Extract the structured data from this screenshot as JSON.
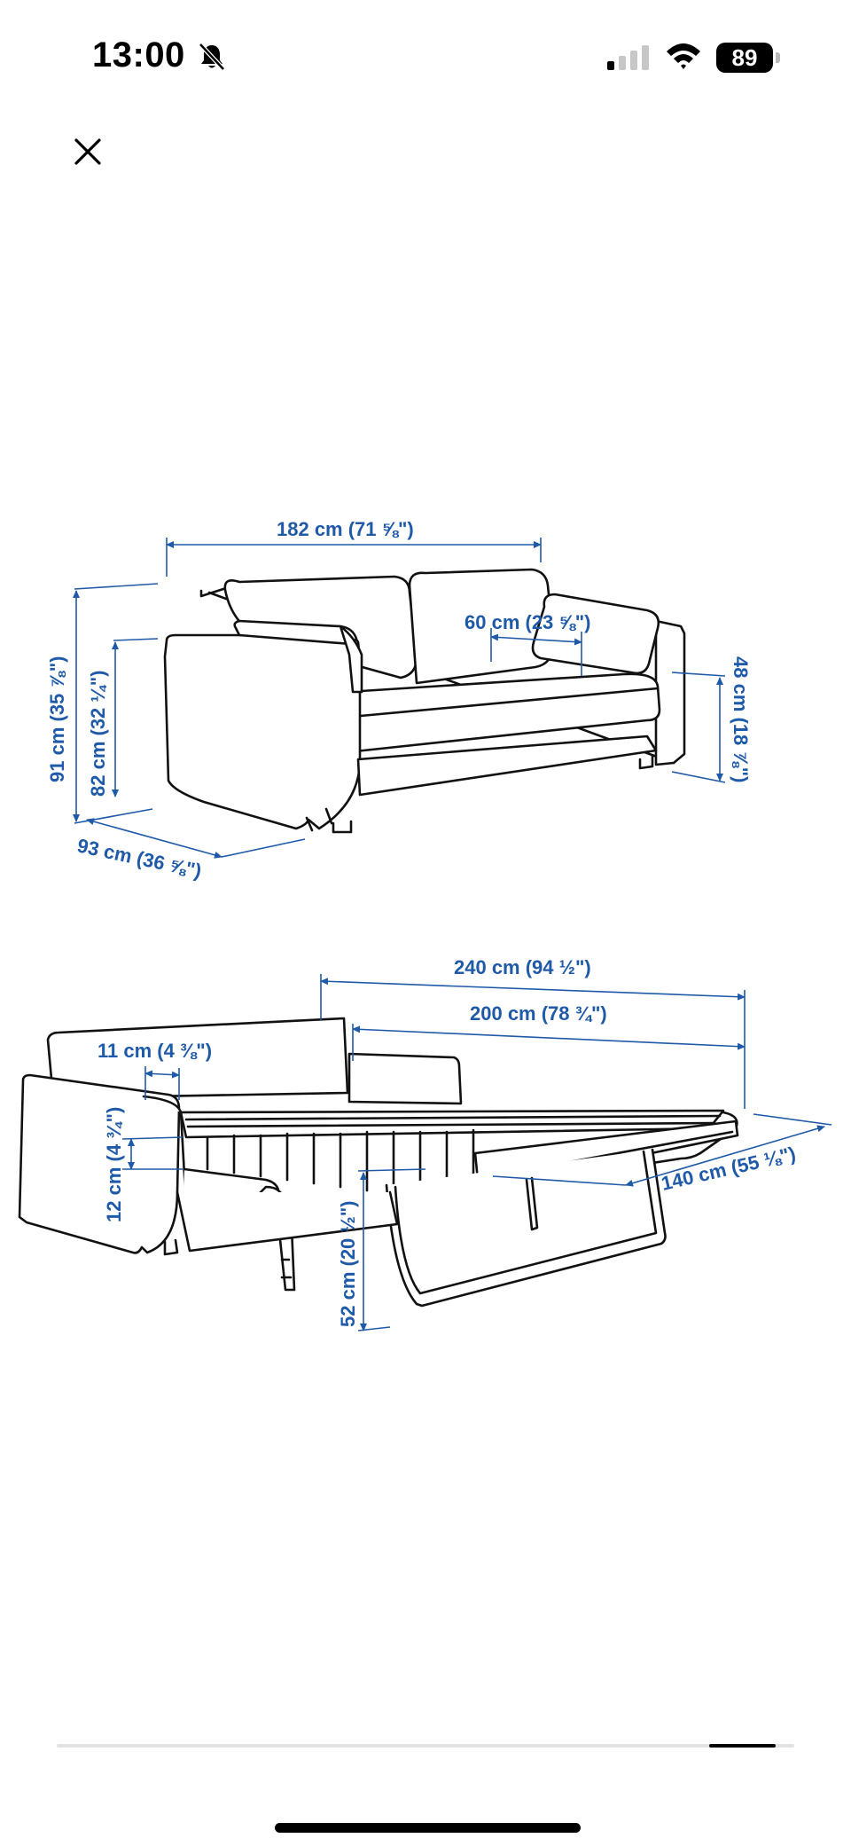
{
  "status_bar": {
    "time": "13:00",
    "battery_level": "89",
    "icons": [
      "bell-slash-icon",
      "cellular-signal-icon",
      "wifi-icon",
      "battery-icon"
    ]
  },
  "toolbar": {
    "close_icon": "close-icon"
  },
  "diagram": {
    "sofa_dimensions": {
      "total_width": "182 cm (71 ⅝\")",
      "cushion_width": "60 cm (23 ⅝\")",
      "total_height": "91 cm (35 ⅞\")",
      "back_height": "82 cm (32 ¼\")",
      "armrest_height": "48 cm (18 ⅞\")",
      "depth": "93 cm (36 ⅝\")"
    },
    "bed_dimensions": {
      "bed_length_total": "240 cm (94 ½\")",
      "mattress_length": "200 cm (78 ¾\")",
      "armrest_width": "11 cm (4 ⅜\")",
      "mattress_thickness": "12 cm (4 ¾\")",
      "bed_height": "52 cm (20 ½\")",
      "bed_width": "140 cm (55 ⅛\")"
    },
    "line_color": "#1f5aa8",
    "drawing_color": "#111111"
  },
  "gallery": {
    "progress": 0.93
  }
}
